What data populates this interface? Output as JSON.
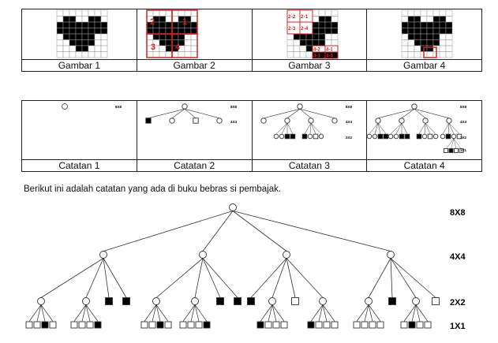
{
  "figures": [
    "Gambar 1",
    "Gambar 2",
    "Gambar 3",
    "Gambar 4"
  ],
  "notes": [
    "Catatan 1",
    "Catatan 2",
    "Catatan 3",
    "Catatan 4"
  ],
  "gambar2_labels": [
    "1",
    "2",
    "3",
    "4"
  ],
  "gambar3_labels": [
    "2-2",
    "2-1",
    "2-3",
    "2-4",
    "4-2",
    "4-1",
    "4-3",
    "4-4"
  ],
  "level_labels": [
    "8X8",
    "4X4",
    "2X2",
    "1X1"
  ],
  "description": "Berikut ini adalah catatan yang ada di buku bebras si pembajak.",
  "tree": {
    "root": "circle",
    "level4": [
      {
        "type": "circle",
        "children": [
          {
            "type": "circle",
            "children": [
              "white",
              "white",
              "black",
              "white"
            ]
          },
          {
            "type": "circle",
            "children": [
              "white",
              "white",
              "white",
              "black"
            ]
          },
          {
            "type": "black"
          },
          {
            "type": "black"
          }
        ]
      },
      {
        "type": "circle",
        "children": [
          {
            "type": "circle",
            "children": [
              "white",
              "white",
              "black",
              "white"
            ]
          },
          {
            "type": "circle",
            "children": [
              "white",
              "white",
              "white",
              "black"
            ]
          },
          {
            "type": "black"
          },
          {
            "type": "black"
          }
        ]
      },
      {
        "type": "circle",
        "children": [
          {
            "type": "black"
          },
          {
            "type": "circle",
            "children": [
              "black",
              "white",
              "white",
              "white"
            ]
          },
          {
            "type": "white"
          },
          {
            "type": "circle",
            "children": [
              "black",
              "white",
              "white",
              "white"
            ]
          }
        ]
      },
      {
        "type": "circle",
        "children": [
          {
            "type": "circle",
            "children": [
              "white",
              "white",
              "white",
              "white"
            ]
          },
          {
            "type": "black"
          },
          {
            "type": "circle",
            "children": [
              "white",
              "black",
              "white",
              "white"
            ]
          },
          {
            "type": "white"
          }
        ]
      }
    ]
  }
}
